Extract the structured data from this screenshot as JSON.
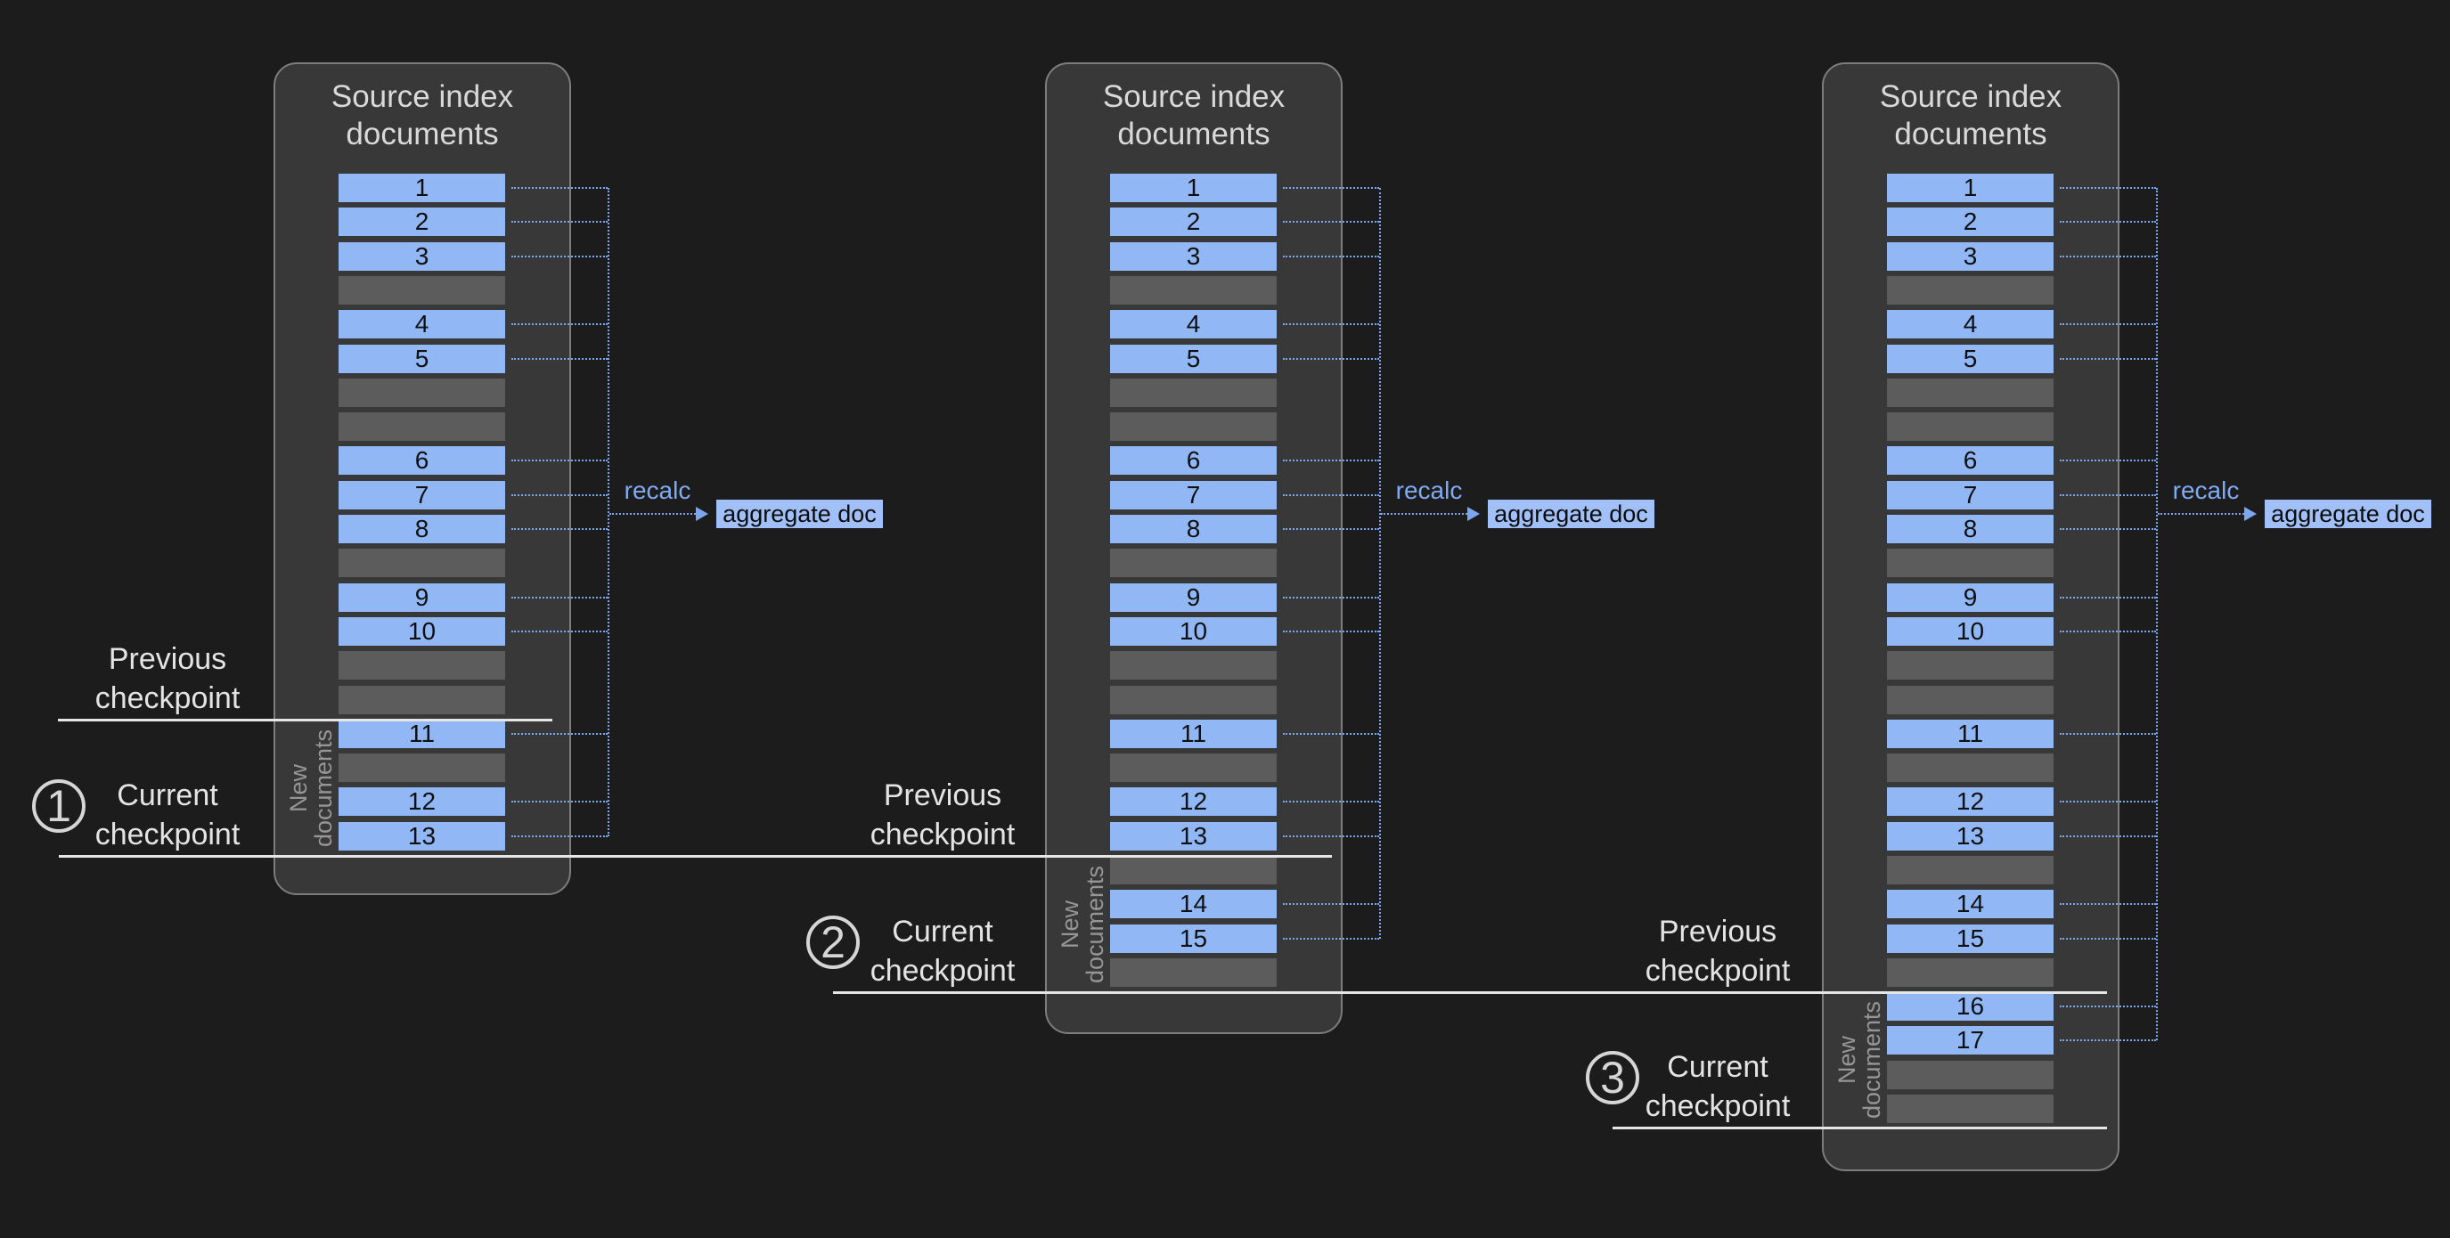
{
  "colors": {
    "page_bg": "#1c1c1c",
    "panel_bg": "#383838",
    "panel_border": "#7d7d7d",
    "doc_bar": "#92b7f5",
    "doc_bar_text": "#101010",
    "gap_bar": "#5c5c5c",
    "dotted_connector": "#7da6f1",
    "recalc_text": "#81aaf4",
    "aggregate_bg": "#a0c0f7",
    "panel_title_text": "#d9d9d9",
    "checkpoint_label_text": "#e4e4e4",
    "checkpoint_line": "#e6e6e6",
    "badge": "#d6d6d6",
    "new_documents_text": "#969696"
  },
  "panel_title": "Source index\ndocuments",
  "recalc_label": "recalc",
  "aggregate_label": "aggregate doc",
  "new_documents_label": "New\ndocuments",
  "panels": [
    {
      "rows": [
        "1",
        "2",
        "3",
        null,
        "4",
        "5",
        null,
        null,
        "6",
        "7",
        "8",
        null,
        "9",
        "10",
        null,
        null,
        "11",
        null,
        "12",
        "13"
      ]
    },
    {
      "rows": [
        "1",
        "2",
        "3",
        null,
        "4",
        "5",
        null,
        null,
        "6",
        "7",
        "8",
        null,
        "9",
        "10",
        null,
        null,
        "11",
        null,
        "12",
        "13",
        null,
        "14",
        "15",
        null
      ]
    },
    {
      "rows": [
        "1",
        "2",
        "3",
        null,
        "4",
        "5",
        null,
        null,
        "6",
        "7",
        "8",
        null,
        "9",
        "10",
        null,
        null,
        "11",
        null,
        "12",
        "13",
        null,
        "14",
        "15",
        null,
        "16",
        "17",
        null,
        null
      ]
    }
  ],
  "checkpoint_lines": [
    {
      "badge": null,
      "labels": [
        {
          "text": "Previous\ncheckpoint"
        }
      ]
    },
    {
      "badge": "1",
      "labels": [
        {
          "text": "Current\ncheckpoint"
        },
        {
          "text": "Previous\ncheckpoint"
        }
      ]
    },
    {
      "badge": "2",
      "labels": [
        {
          "text": "Current\ncheckpoint"
        },
        {
          "text": "Previous\ncheckpoint"
        }
      ]
    },
    {
      "badge": "3",
      "labels": [
        {
          "text": "Current\ncheckpoint"
        }
      ]
    }
  ]
}
